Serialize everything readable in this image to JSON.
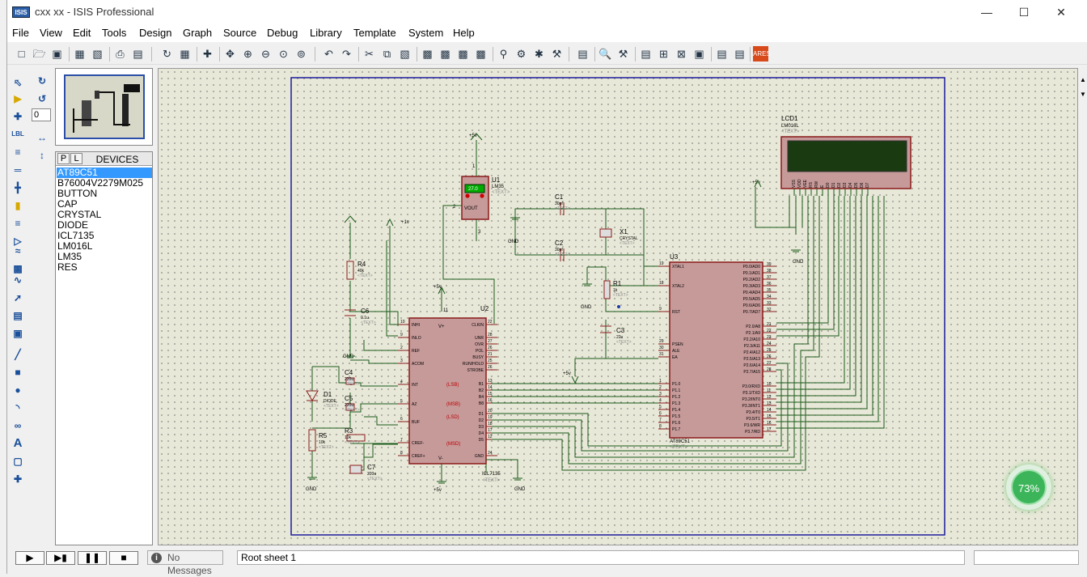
{
  "window": {
    "title": "cxx xx - ISIS Professional",
    "app_icon_text": "ISIS"
  },
  "menu": [
    "File",
    "View",
    "Edit",
    "Tools",
    "Design",
    "Graph",
    "Source",
    "Debug",
    "Library",
    "Template",
    "System",
    "Help"
  ],
  "side_panel": {
    "rotation_value": "0",
    "device_tabs": [
      "P",
      "L"
    ],
    "devices_title": "DEVICES",
    "devices": [
      "AT89C51",
      "B76004V2279M025",
      "BUTTON",
      "CAP",
      "CRYSTAL",
      "DIODE",
      "ICL7135",
      "LM016L",
      "LM35",
      "RES"
    ],
    "selected_device": "AT89C51"
  },
  "schematic": {
    "lcd": {
      "ref": "LCD1",
      "part": "LM016L",
      "text": "<TEXT>",
      "pins": [
        "VSS",
        "VDD",
        "VEE",
        "RS",
        "RW",
        "E",
        "D0",
        "D1",
        "D2",
        "D3",
        "D4",
        "D5",
        "D6",
        "D7"
      ]
    },
    "u1": {
      "ref": "U1",
      "part": "LM35",
      "text": "<TEXT>",
      "display": "27.0",
      "vout": "VOUT",
      "pin_top": "1",
      "pin_left": "2",
      "pin_bottom": "3"
    },
    "u2": {
      "ref": "U2",
      "part": "ICL7135",
      "text": "<TEXT>",
      "left_pins": [
        [
          "10",
          "INHI"
        ],
        [
          "9",
          "INLO"
        ],
        [
          "2",
          "REF"
        ],
        [
          "3",
          "ACOM"
        ],
        [
          "4",
          "INT"
        ],
        [
          "5",
          "AZ"
        ],
        [
          "6",
          "BUF"
        ],
        [
          "7",
          "CREF-"
        ],
        [
          "8",
          "CREF+"
        ]
      ],
      "right_pins": [
        [
          "22",
          "CLKIN"
        ],
        [
          "28",
          "UNR"
        ],
        [
          "27",
          "OVR"
        ],
        [
          "26",
          "POL"
        ],
        [
          "21",
          "BUSY"
        ],
        [
          "25",
          "RUN/HOLD"
        ],
        [
          "26",
          "STROBE"
        ],
        [
          "13",
          "B1"
        ],
        [
          "14",
          "B2"
        ],
        [
          "15",
          "B4"
        ],
        [
          "16",
          "B8"
        ],
        [
          "20",
          "D1"
        ],
        [
          "19",
          "D2"
        ],
        [
          "18",
          "D3"
        ],
        [
          "17",
          "D4"
        ],
        [
          "12",
          "D5"
        ],
        [
          "24",
          "GND"
        ]
      ],
      "top_labels": [
        "V+",
        "11"
      ],
      "bottom_label": "V-",
      "inner_marks": [
        "(LSB)",
        "(MSB)",
        "(LSD)",
        "(MSD)"
      ]
    },
    "u3": {
      "ref": "U3",
      "part": "AT89C51",
      "text": "<TEXT>",
      "left_pins": [
        [
          "19",
          "XTAL1"
        ],
        [
          "18",
          "XTAL2"
        ],
        [
          "9",
          "RST"
        ],
        [
          "29",
          "PSEN"
        ],
        [
          "30",
          "ALE"
        ],
        [
          "31",
          "EA"
        ],
        [
          "1",
          "P1.0"
        ],
        [
          "2",
          "P1.1"
        ],
        [
          "3",
          "P1.2"
        ],
        [
          "4",
          "P1.3"
        ],
        [
          "5",
          "P1.4"
        ],
        [
          "6",
          "P1.5"
        ],
        [
          "7",
          "P1.6"
        ],
        [
          "8",
          "P1.7"
        ]
      ],
      "right_pins": [
        [
          "39",
          "P0.0/AD0"
        ],
        [
          "38",
          "P0.1/AD1"
        ],
        [
          "37",
          "P0.2/AD2"
        ],
        [
          "36",
          "P0.3/AD3"
        ],
        [
          "35",
          "P0.4/AD4"
        ],
        [
          "34",
          "P0.5/AD5"
        ],
        [
          "33",
          "P0.6/AD6"
        ],
        [
          "32",
          "P0.7/AD7"
        ],
        [
          "21",
          "P2.0/A8"
        ],
        [
          "22",
          "P2.1/A9"
        ],
        [
          "23",
          "P2.2/A10"
        ],
        [
          "24",
          "P2.3/A11"
        ],
        [
          "25",
          "P2.4/A12"
        ],
        [
          "26",
          "P2.5/A13"
        ],
        [
          "27",
          "P2.6/A14"
        ],
        [
          "28",
          "P2.7/A15"
        ],
        [
          "10",
          "P3.0/RXD"
        ],
        [
          "11",
          "P3.1/TXD"
        ],
        [
          "12",
          "P3.2/INT0"
        ],
        [
          "13",
          "P3.3/INT1"
        ],
        [
          "14",
          "P3.4/T0"
        ],
        [
          "15",
          "P3.5/T1"
        ],
        [
          "16",
          "P3.6/WR"
        ],
        [
          "17",
          "P3.7/RD"
        ]
      ]
    },
    "parts": [
      {
        "ref": "C1",
        "value": "30pf",
        "text": "<TEXT>"
      },
      {
        "ref": "C2",
        "value": "30pf",
        "text": "<TEXT>"
      },
      {
        "ref": "X1",
        "value": "CRYSTAL",
        "text": "<TEXT>"
      },
      {
        "ref": "R1",
        "value": "1k",
        "text": "<TEXT>"
      },
      {
        "ref": "C3",
        "value": "22u",
        "text": "<TEXT>"
      },
      {
        "ref": "R4",
        "value": "40k",
        "text": "<TEXT>"
      },
      {
        "ref": "C6",
        "value": "0.1u",
        "text": "<TEXT>"
      },
      {
        "ref": "C4",
        "value": "220u",
        "text": "<TEXT>"
      },
      {
        "ref": "C5",
        "value": "220u",
        "text": "<TEXT>"
      },
      {
        "ref": "D1",
        "value": "DIODE",
        "text": "<TEXT>"
      },
      {
        "ref": "R3",
        "value": "10k",
        "text": "<TEXT>"
      },
      {
        "ref": "R5",
        "value": "10k",
        "text": "<TEXT>"
      },
      {
        "ref": "C7",
        "value": "220u",
        "text": "<TEXT>"
      }
    ],
    "power": {
      "plus5v": "+5v",
      "plus1v": "+1v",
      "gnd": "GND"
    }
  },
  "status": {
    "play_controls": [
      "play",
      "step",
      "pause",
      "stop"
    ],
    "messages": "No Messages",
    "sheet": "Root sheet 1"
  },
  "overlay_badge": "73%"
}
